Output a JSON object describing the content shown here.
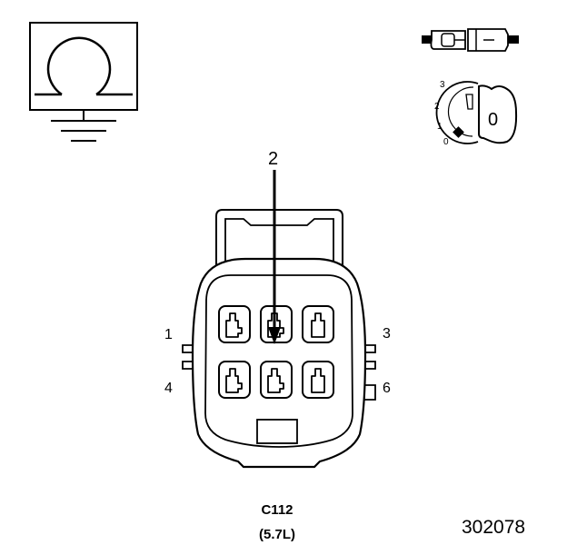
{
  "symbols": {
    "ohm_icon": "ohmmeter-ground-icon",
    "connector_icon": "connector-halves-icon",
    "ignition_icon": "ignition-key-icon",
    "ignition": {
      "positions": [
        "3",
        "2",
        "1",
        "0"
      ],
      "key_label": "0"
    }
  },
  "connector": {
    "callout": "2",
    "pin_labels": {
      "p1": "1",
      "p3": "3",
      "p4": "4",
      "p6": "6"
    },
    "name": "C112",
    "variant": "(5.7L)"
  },
  "figure_number": "302078",
  "colors": {
    "line": "#000000",
    "background": "#ffffff"
  }
}
